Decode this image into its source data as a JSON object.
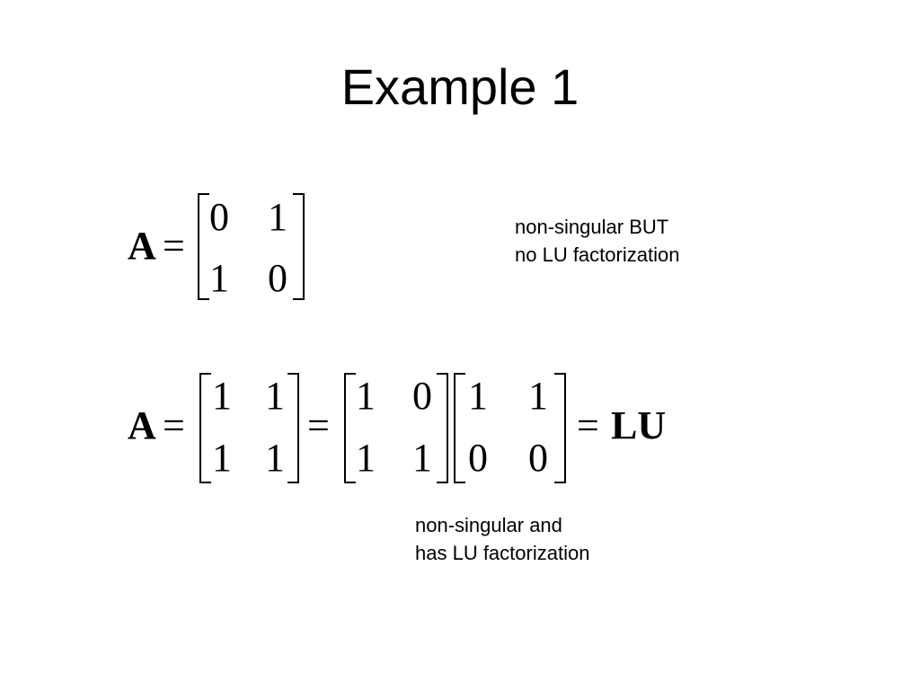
{
  "slide": {
    "title": "Example 1"
  },
  "equation1": {
    "lhs": "A",
    "equals": "=",
    "matrix": [
      [
        "0",
        "1"
      ],
      [
        "1",
        "0"
      ]
    ],
    "note_line1": "non-singular BUT",
    "note_line2": "no LU factorization"
  },
  "equation2": {
    "lhs": "A",
    "equals": "=",
    "matrix_a": [
      [
        "1",
        "1"
      ],
      [
        "1",
        "1"
      ]
    ],
    "matrix_l": [
      [
        "1",
        "0"
      ],
      [
        "1",
        "1"
      ]
    ],
    "matrix_u": [
      [
        "1",
        "1"
      ],
      [
        "0",
        "0"
      ]
    ],
    "rhs": "LU",
    "note_line1": "non-singular and",
    "note_line2": "has LU factorization"
  }
}
